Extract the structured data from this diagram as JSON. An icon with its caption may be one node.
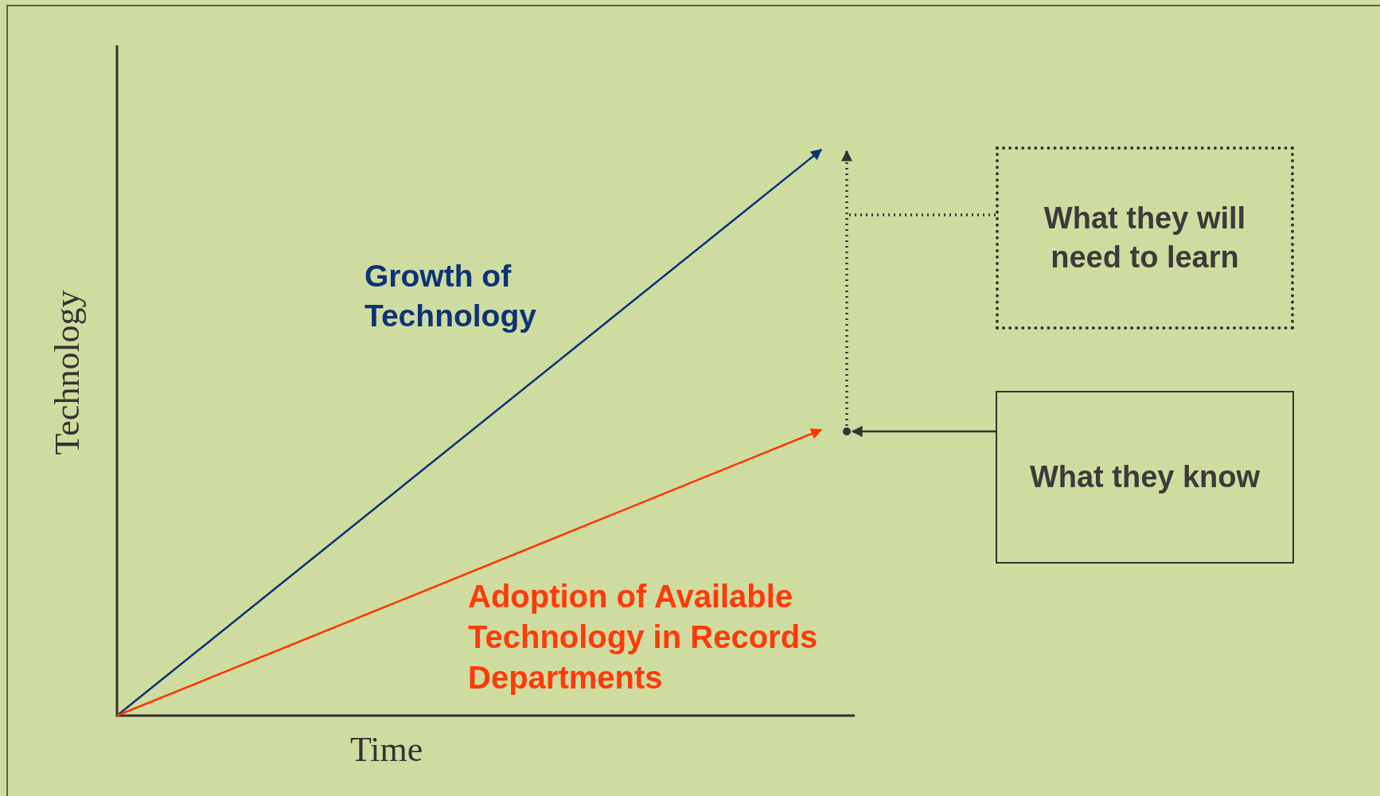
{
  "diagram": {
    "nodes": [
      {
        "text": [],
        "shape": "circle"
      },
      {
        "text": [
          "What they will need to learn"
        ]
      },
      {
        "text": [
          "What they know"
        ]
      }
    ],
    "edges": [
      {
        "from": 2,
        "to": 0,
        "arrow": "to"
      },
      {
        "from": 0,
        "to": null,
        "arrow": "to",
        "style": "dashed"
      },
      {
        "from": 1,
        "to": null,
        "arrow": "none",
        "style": "dashed"
      }
    ],
    "labels": [
      "Growth of Technology",
      "Adoption of Available Technology in Records Departments",
      "Technology",
      "Time"
    ]
  }
}
